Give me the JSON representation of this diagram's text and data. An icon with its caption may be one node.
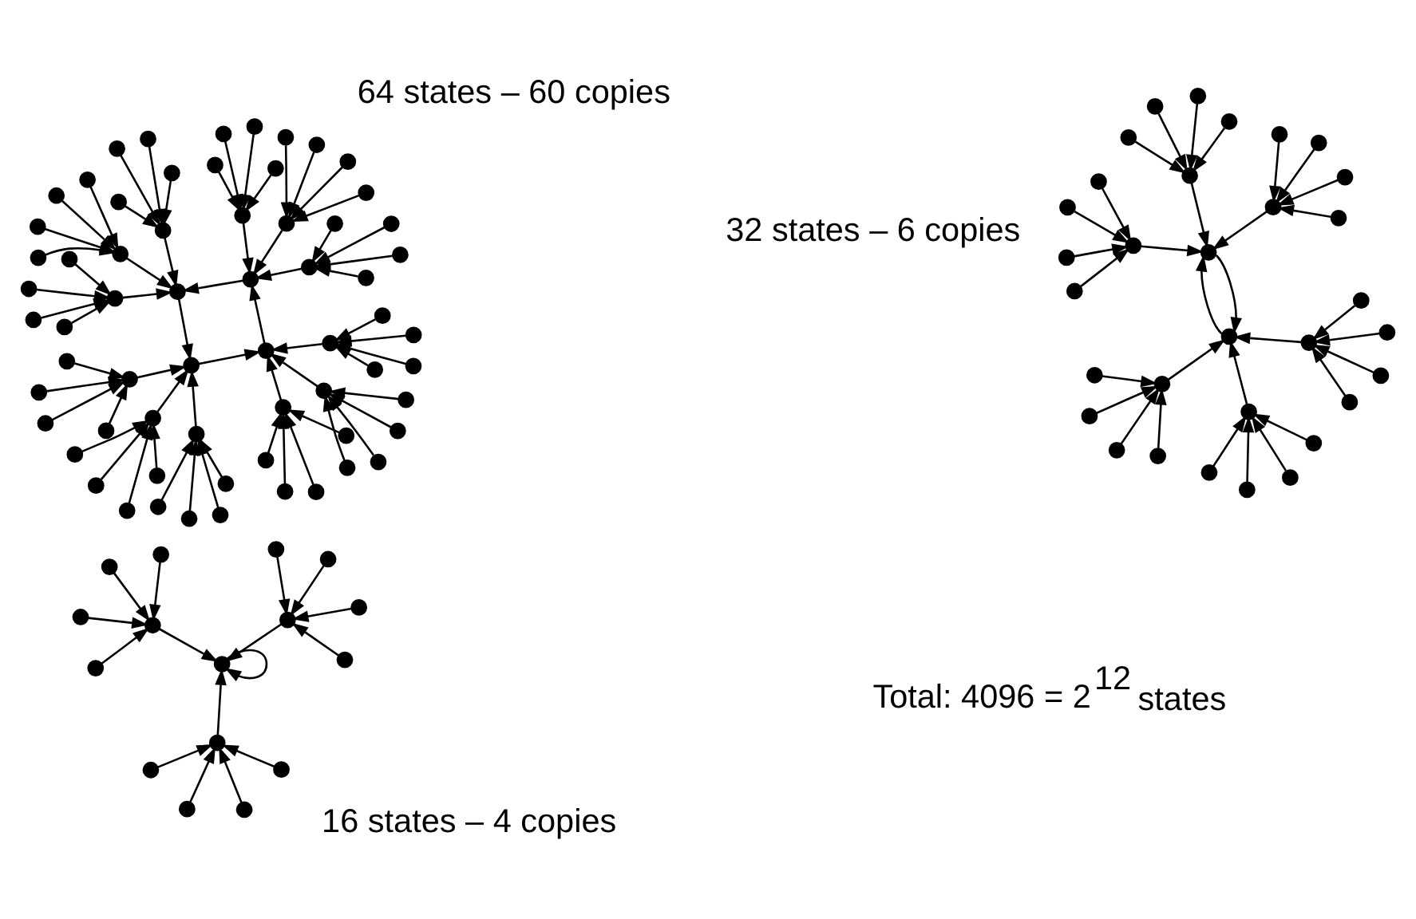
{
  "diagram": {
    "nodes": [
      {
        "text": [],
        "shape": "circle"
      },
      {
        "text": [],
        "shape": "circle"
      },
      {
        "text": [],
        "shape": "circle"
      },
      {
        "text": [],
        "shape": "circle"
      },
      {
        "text": [],
        "shape": "circle"
      },
      {
        "text": [],
        "shape": "circle"
      },
      {
        "text": [],
        "shape": "circle"
      },
      {
        "text": [],
        "shape": "circle"
      },
      {
        "text": [],
        "shape": "circle"
      },
      {
        "text": [],
        "shape": "circle"
      },
      {
        "text": [],
        "shape": "circle"
      },
      {
        "text": [],
        "shape": "circle"
      },
      {
        "text": [],
        "shape": "circle"
      },
      {
        "text": [],
        "shape": "circle"
      },
      {
        "text": [],
        "shape": "circle"
      },
      {
        "text": [],
        "shape": "circle"
      },
      {
        "text": [],
        "shape": "circle"
      },
      {
        "text": [],
        "shape": "circle"
      },
      {
        "text": [],
        "shape": "circle"
      },
      {
        "text": [],
        "shape": "circle"
      },
      {
        "text": [],
        "shape": "circle"
      },
      {
        "text": [],
        "shape": "circle"
      },
      {
        "text": [],
        "shape": "circle"
      },
      {
        "text": [],
        "shape": "circle"
      },
      {
        "text": [],
        "shape": "circle"
      },
      {
        "text": [],
        "shape": "circle"
      },
      {
        "text": [],
        "shape": "circle"
      },
      {
        "text": [],
        "shape": "circle"
      },
      {
        "text": [],
        "shape": "circle"
      },
      {
        "text": [],
        "shape": "circle"
      },
      {
        "text": [],
        "shape": "circle"
      },
      {
        "text": [],
        "shape": "circle"
      },
      {
        "text": [],
        "shape": "circle"
      },
      {
        "text": [],
        "shape": "circle"
      },
      {
        "text": [],
        "shape": "circle"
      },
      {
        "text": [],
        "shape": "circle"
      },
      {
        "text": [],
        "shape": "circle"
      },
      {
        "text": [],
        "shape": "circle"
      },
      {
        "text": [],
        "shape": "circle"
      },
      {
        "text": [],
        "shape": "circle"
      },
      {
        "text": [],
        "shape": "circle"
      },
      {
        "text": [],
        "shape": "circle"
      },
      {
        "text": [],
        "shape": "circle"
      },
      {
        "text": [],
        "shape": "circle"
      },
      {
        "text": [],
        "shape": "circle"
      },
      {
        "text": [],
        "shape": "circle"
      },
      {
        "text": [],
        "shape": "circle"
      },
      {
        "text": [],
        "shape": "circle"
      },
      {
        "text": [],
        "shape": "circle"
      },
      {
        "text": [],
        "shape": "circle"
      },
      {
        "text": [],
        "shape": "circle"
      },
      {
        "text": [],
        "shape": "circle"
      },
      {
        "text": [],
        "shape": "circle"
      },
      {
        "text": [],
        "shape": "circle"
      },
      {
        "text": [],
        "shape": "circle"
      },
      {
        "text": [],
        "shape": "circle"
      },
      {
        "text": [],
        "shape": "circle"
      },
      {
        "text": [],
        "shape": "circle"
      },
      {
        "text": [],
        "shape": "circle"
      },
      {
        "text": [],
        "shape": "circle"
      },
      {
        "text": [],
        "shape": "circle"
      },
      {
        "text": [],
        "shape": "circle"
      },
      {
        "text": [],
        "shape": "circle"
      },
      {
        "text": [],
        "shape": "circle"
      },
      {
        "text": [],
        "shape": "circle"
      },
      {
        "text": [],
        "shape": "circle"
      },
      {
        "text": [],
        "shape": "circle"
      },
      {
        "text": [],
        "shape": "circle"
      },
      {
        "text": [],
        "shape": "circle"
      },
      {
        "text": [],
        "shape": "circle"
      },
      {
        "text": [],
        "shape": "circle"
      },
      {
        "text": [],
        "shape": "circle"
      },
      {
        "text": [],
        "shape": "circle"
      },
      {
        "text": [],
        "shape": "circle"
      },
      {
        "text": [],
        "shape": "circle"
      },
      {
        "text": [],
        "shape": "circle"
      },
      {
        "text": [],
        "shape": "circle"
      },
      {
        "text": [],
        "shape": "circle"
      },
      {
        "text": [],
        "shape": "circle"
      },
      {
        "text": [],
        "shape": "circle"
      },
      {
        "text": [],
        "shape": "circle"
      },
      {
        "text": [],
        "shape": "circle"
      },
      {
        "text": [],
        "shape": "circle"
      },
      {
        "text": [],
        "shape": "circle"
      },
      {
        "text": [],
        "shape": "circle"
      },
      {
        "text": [],
        "shape": "circle"
      },
      {
        "text": [],
        "shape": "circle"
      },
      {
        "text": [],
        "shape": "circle"
      },
      {
        "text": [],
        "shape": "circle"
      },
      {
        "text": [],
        "shape": "circle"
      },
      {
        "text": [],
        "shape": "circle"
      },
      {
        "text": [],
        "shape": "circle"
      },
      {
        "text": [],
        "shape": "circle"
      },
      {
        "text": [],
        "shape": "circle"
      },
      {
        "text": [],
        "shape": "circle"
      },
      {
        "text": [],
        "shape": "circle"
      },
      {
        "text": [],
        "shape": "circle"
      },
      {
        "text": [],
        "shape": "circle"
      },
      {
        "text": [],
        "shape": "circle"
      },
      {
        "text": [],
        "shape": "circle"
      },
      {
        "text": [],
        "shape": "circle"
      },
      {
        "text": [],
        "shape": "circle"
      },
      {
        "text": [],
        "shape": "circle"
      },
      {
        "text": [],
        "shape": "circle"
      },
      {
        "text": [],
        "shape": "circle"
      },
      {
        "text": [],
        "shape": "circle"
      },
      {
        "text": [],
        "shape": "circle"
      },
      {
        "text": [],
        "shape": "circle"
      },
      {
        "text": [],
        "shape": "circle"
      },
      {
        "text": [],
        "shape": "circle"
      },
      {
        "text": [],
        "shape": "circle"
      },
      {
        "text": [],
        "shape": "circle"
      }
    ],
    "edges": [
      {
        "from": 2,
        "to": 1,
        "arrow": "to"
      },
      {
        "from": 3,
        "to": 1,
        "arrow": "to"
      },
      {
        "from": 4,
        "to": 1,
        "arrow": "to"
      },
      {
        "from": 5,
        "to": 1,
        "arrow": "to"
      },
      {
        "from": 1,
        "to": 0,
        "arrow": "to"
      },
      {
        "from": 7,
        "to": 6,
        "arrow": "to"
      },
      {
        "from": 8,
        "to": 6,
        "arrow": "to"
      },
      {
        "from": 9,
        "to": 6,
        "arrow": "to"
      },
      {
        "from": 10,
        "to": 6,
        "arrow": "to"
      },
      {
        "from": 6,
        "to": 0,
        "arrow": "to"
      },
      {
        "from": 12,
        "to": 11,
        "arrow": "to"
      },
      {
        "from": 13,
        "to": 11,
        "arrow": "to"
      },
      {
        "from": 14,
        "to": 11,
        "arrow": "to"
      },
      {
        "from": 15,
        "to": 11,
        "arrow": "to"
      },
      {
        "from": 11,
        "to": 0,
        "arrow": "to"
      },
      {
        "from": 0,
        "to": 16,
        "arrow": "to"
      },
      {
        "from": 18,
        "to": 17,
        "arrow": "to"
      },
      {
        "from": 19,
        "to": 17,
        "arrow": "to"
      },
      {
        "from": 20,
        "to": 17,
        "arrow": "to"
      },
      {
        "from": 21,
        "to": 17,
        "arrow": "to"
      },
      {
        "from": 17,
        "to": 16,
        "arrow": "to"
      },
      {
        "from": 23,
        "to": 22,
        "arrow": "to"
      },
      {
        "from": 24,
        "to": 22,
        "arrow": "to"
      },
      {
        "from": 25,
        "to": 22,
        "arrow": "to"
      },
      {
        "from": 26,
        "to": 22,
        "arrow": "to"
      },
      {
        "from": 22,
        "to": 16,
        "arrow": "to"
      },
      {
        "from": 28,
        "to": 27,
        "arrow": "to"
      },
      {
        "from": 29,
        "to": 27,
        "arrow": "to"
      },
      {
        "from": 30,
        "to": 27,
        "arrow": "to"
      },
      {
        "from": 31,
        "to": 27,
        "arrow": "to"
      },
      {
        "from": 27,
        "to": 16,
        "arrow": "to"
      },
      {
        "from": 16,
        "to": 32,
        "arrow": "to"
      },
      {
        "from": 34,
        "to": 33,
        "arrow": "to"
      },
      {
        "from": 35,
        "to": 33,
        "arrow": "to"
      },
      {
        "from": 36,
        "to": 33,
        "arrow": "to"
      },
      {
        "from": 37,
        "to": 33,
        "arrow": "to"
      },
      {
        "from": 33,
        "to": 32,
        "arrow": "to"
      },
      {
        "from": 39,
        "to": 38,
        "arrow": "to"
      },
      {
        "from": 40,
        "to": 38,
        "arrow": "to"
      },
      {
        "from": 41,
        "to": 38,
        "arrow": "to"
      },
      {
        "from": 42,
        "to": 38,
        "arrow": "to"
      },
      {
        "from": 38,
        "to": 32,
        "arrow": "to"
      },
      {
        "from": 44,
        "to": 43,
        "arrow": "to"
      },
      {
        "from": 45,
        "to": 43,
        "arrow": "to"
      },
      {
        "from": 46,
        "to": 43,
        "arrow": "to"
      },
      {
        "from": 47,
        "to": 43,
        "arrow": "to"
      },
      {
        "from": 43,
        "to": 32,
        "arrow": "to"
      },
      {
        "from": 32,
        "to": 48,
        "arrow": "to"
      },
      {
        "from": 50,
        "to": 49,
        "arrow": "to"
      },
      {
        "from": 51,
        "to": 49,
        "arrow": "to"
      },
      {
        "from": 52,
        "to": 49,
        "arrow": "to"
      },
      {
        "from": 53,
        "to": 49,
        "arrow": "to"
      },
      {
        "from": 49,
        "to": 48,
        "arrow": "to"
      },
      {
        "from": 55,
        "to": 54,
        "arrow": "to"
      },
      {
        "from": 56,
        "to": 54,
        "arrow": "to"
      },
      {
        "from": 57,
        "to": 54,
        "arrow": "to"
      },
      {
        "from": 58,
        "to": 54,
        "arrow": "to"
      },
      {
        "from": 54,
        "to": 48,
        "arrow": "to"
      },
      {
        "from": 60,
        "to": 59,
        "arrow": "to"
      },
      {
        "from": 61,
        "to": 59,
        "arrow": "to"
      },
      {
        "from": 62,
        "to": 59,
        "arrow": "to"
      },
      {
        "from": 63,
        "to": 59,
        "arrow": "to"
      },
      {
        "from": 59,
        "to": 48,
        "arrow": "to"
      },
      {
        "from": 48,
        "to": 0,
        "arrow": "to"
      },
      {
        "from": 66,
        "to": 65,
        "arrow": "to"
      },
      {
        "from": 67,
        "to": 65,
        "arrow": "to"
      },
      {
        "from": 68,
        "to": 65,
        "arrow": "to"
      },
      {
        "from": 69,
        "to": 65,
        "arrow": "to"
      },
      {
        "from": 65,
        "to": 64,
        "arrow": "to"
      },
      {
        "from": 71,
        "to": 70,
        "arrow": "to"
      },
      {
        "from": 72,
        "to": 70,
        "arrow": "to"
      },
      {
        "from": 73,
        "to": 70,
        "arrow": "to"
      },
      {
        "from": 74,
        "to": 70,
        "arrow": "to"
      },
      {
        "from": 70,
        "to": 64,
        "arrow": "to"
      },
      {
        "from": 76,
        "to": 75,
        "arrow": "to"
      },
      {
        "from": 77,
        "to": 75,
        "arrow": "to"
      },
      {
        "from": 78,
        "to": 75,
        "arrow": "to"
      },
      {
        "from": 79,
        "to": 75,
        "arrow": "to"
      },
      {
        "from": 75,
        "to": 64,
        "arrow": "to"
      },
      {
        "from": 64,
        "to": 80,
        "arrow": "to"
      },
      {
        "from": 82,
        "to": 81,
        "arrow": "to"
      },
      {
        "from": 83,
        "to": 81,
        "arrow": "to"
      },
      {
        "from": 84,
        "to": 81,
        "arrow": "to"
      },
      {
        "from": 85,
        "to": 81,
        "arrow": "to"
      },
      {
        "from": 81,
        "to": 80,
        "arrow": "to"
      },
      {
        "from": 87,
        "to": 86,
        "arrow": "to"
      },
      {
        "from": 88,
        "to": 86,
        "arrow": "to"
      },
      {
        "from": 89,
        "to": 86,
        "arrow": "to"
      },
      {
        "from": 90,
        "to": 86,
        "arrow": "to"
      },
      {
        "from": 86,
        "to": 80,
        "arrow": "to"
      },
      {
        "from": 92,
        "to": 91,
        "arrow": "to"
      },
      {
        "from": 93,
        "to": 91,
        "arrow": "to"
      },
      {
        "from": 94,
        "to": 91,
        "arrow": "to"
      },
      {
        "from": 95,
        "to": 91,
        "arrow": "to"
      },
      {
        "from": 91,
        "to": 80,
        "arrow": "to"
      },
      {
        "from": 80,
        "to": 64,
        "arrow": "to"
      },
      {
        "from": 98,
        "to": 97,
        "arrow": "to"
      },
      {
        "from": 99,
        "to": 97,
        "arrow": "to"
      },
      {
        "from": 100,
        "to": 97,
        "arrow": "to"
      },
      {
        "from": 101,
        "to": 97,
        "arrow": "to"
      },
      {
        "from": 97,
        "to": 96,
        "arrow": "to"
      },
      {
        "from": 103,
        "to": 102,
        "arrow": "to"
      },
      {
        "from": 104,
        "to": 102,
        "arrow": "to"
      },
      {
        "from": 105,
        "to": 102,
        "arrow": "to"
      },
      {
        "from": 106,
        "to": 102,
        "arrow": "to"
      },
      {
        "from": 102,
        "to": 96,
        "arrow": "to"
      },
      {
        "from": 108,
        "to": 107,
        "arrow": "to"
      },
      {
        "from": 109,
        "to": 107,
        "arrow": "to"
      },
      {
        "from": 110,
        "to": 107,
        "arrow": "to"
      },
      {
        "from": 111,
        "to": 107,
        "arrow": "to"
      },
      {
        "from": 107,
        "to": 96,
        "arrow": "to"
      },
      {
        "from": 96,
        "to": 96,
        "arrow": "to"
      }
    ],
    "labels": [
      "64 states – 60 copies",
      "32 states – 6 copies",
      "16 states – 4 copies",
      "Total: 4096 = 2$^{12}$ states"
    ]
  }
}
